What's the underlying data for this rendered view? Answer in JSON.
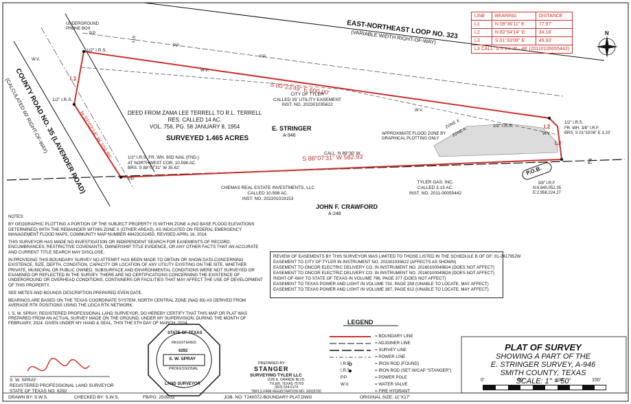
{
  "roads": {
    "loop_title": "EAST-NORTHEAST LOOP NO. 323",
    "loop_sub": "(VARIABLE WIDTH RIGHT-OF-WAY)",
    "county_title": "COUNTY ROAD NO. 35 (LAVENDER ROAD)",
    "county_sub": "(CALCULATED 60' RIGHT-OF-WAY)"
  },
  "line_table": {
    "headers": [
      "LINE",
      "BEARING",
      "DISTANCE"
    ],
    "rows": [
      [
        "L1",
        "N 09°36'11\" E",
        "77.97'"
      ],
      [
        "L2",
        "N 82°54'14\" E",
        "34.18'"
      ],
      [
        "L3",
        "S 01°33'06\" E",
        "49.93'"
      ]
    ],
    "call_row": "L3 CALL: S 0°21' W - 48' (20110100055442)"
  },
  "map_labels": {
    "phone_box": "UNDERGROUND PHONE BOX",
    "pp1": "P.P.",
    "pp2": "P.P.",
    "pp3": "P.P.",
    "pp4": "P.P.",
    "dim15": "±15'",
    "irs_nw": "1/2\" I.R.S.",
    "irs_w": "1/2\" I.R.S.",
    "irs_e": "1/2\" I.R.S.",
    "l1": "L1",
    "l2": "L2",
    "l3": "L3",
    "wv1": "W.V.",
    "wv2": "W.V.",
    "wv3": "W.V.",
    "wv4": "W.V.",
    "bearing_n": "S 80°23'49\" E  600.00'",
    "bearing_s": "S 88°07'31\" W  582.93'",
    "bearing_w": "N 33°03'14\" W  104.86'",
    "easement": [
      "CITY OF TYLER",
      "CALLED 35' UTILITY EASEMENT",
      "INST. NO. 202301035622"
    ],
    "deed": [
      "DEED FROM ZAMA LEE TERRELL TO R.L. TERRELL",
      "RES. CALLED 14 AC.",
      "VOL. 756, PG. 58    JANUARY 8, 1954"
    ],
    "surveyed": "SURVEYED 1.465 ACRES",
    "owner": "E. STRINGER",
    "owner_sub": "A-946",
    "flood_zone": [
      "APPROXIMATE FLOOD ZONE BY",
      "GRAPHICAL PLOTTING ONLY"
    ],
    "zone_x": "ZONE X",
    "zone_a": "ZONE A",
    "nw_corner": [
      "1/2\" I.R.S. FR. WH. 60D NAIL (FND.)",
      "AT NORTHWEST COR. 10.598 AC.",
      "BRS. S 88°07'31\" W  35.62'"
    ],
    "call_south": "CALL: N 89°30' W",
    "chemas": [
      "CHEMAS REAL ESTATE INVESTMENTS, LLC",
      "CALLED 10.598 AC.",
      "INST. NO. 202201019153"
    ],
    "tyler_gas": [
      "TYLER GAS, INC.",
      "CALLED 3.13 AC.",
      "INST. NO. 2011-00055442"
    ],
    "crawford": "JOHN F. CRAWFORD",
    "crawford_sub": "A-248",
    "irs_ne": [
      "1/2\" I.R.S.",
      "FR. WH. 3/8\" I.R.F.",
      "BRS. S 01°33'06\" E  3.10'"
    ],
    "pob": "P.O.B.",
    "pob_coords": [
      "3/8\" I.R.F.",
      "N:6,840,052.35",
      "E:2,958,224.27"
    ],
    "north": "N",
    "z_mark": "Z"
  },
  "notes": [
    "NOTES:",
    "BY GEOGRAPHIC PLOTTING A PORTION OF THE SUBJECT PROPERTY IS WITHIN ZONE A (NO BASE FLOOD ELEVATIONS DETERMINED) WITH THE REMAINDER WITHIN ZONE X (OTHER AREAS), AS INDICATED ON FEDERAL EMERGENCY MANAGEMENT FLOOD MAPS, COMMUNITY MAP NUMBER 48423C0245D, REVISED APRIL 16, 2014.",
    "THIS SURVEYOR HAS MADE NO INVESTIGATION OR INDEPENDENT SEARCH FOR EASEMENTS OF RECORD, ENCUMBRANCES, RESTRICTIVE COVENANTS, OWNERSHIP TITLE EVIDENCE, OR ANY OTHER FACTS THAT AN ACCURATE AND CURRENT TITLE SEARCH MAY DISCLOSE.",
    "IN PROVIDING THIS BOUNDARY SURVEY NO ATTEMPT HAS BEEN MADE TO OBTAIN OR SHOW DATA CONCERNING EXISTENCE, SIZE, DEPTH, CONDITION, CAPACITY OR LOCATION OF ANY UTILITY EXISTING ON THE SITE, WHETHER PRIVATE, MUNICIPAL OR PUBLIC OWNED. SUBSURFACE AND ENVIRONMENTAL CONDITIONS WERE NOT SURVEYED OR EXAMINED OR REFLECTED IN THE SURVEY. THERE ARE NO CERTIFICATIONS CONCERNING THE EXISTENCE OF UNDERGROUND OR OVERHEAD CONDITIONS, CONTAINERS OR FACILITIES THAT MAY AFFECT THE USE OF DEVELOPMENT OF THIS PROPERTY.",
    "SEE METES AND BOUNDS DESCRIPTION PREPARED EVEN DATE.",
    "BEARINGS ARE BASED ON THE TEXAS COORDINATE SYSTEM, NORTH CENTRAL ZONE (NAD 83) AS DERIVED FROM AVERAGE RTK POSITIONS USING THE LEICA RTK NETWORK.",
    "I, S. W. SPRAY, REGISTERED PROFESSIONAL LAND SURVEYOR, DO HEREBY CERTIFY THAT THIS MAP OR PLAT WAS PREPARED FROM AN ACTUAL SURVEY MADE ON THE GROUND, UNDER MY SUPERVISION, DURING THE MONTH OF FEBRUARY, 2024. GIVEN UNDER MY HAND & SEAL, THIS THE 5TH DAY OF MARCH, 2024."
  ],
  "easements_box": [
    "REVIEW OF EASEMENTS BY THIS SURVEYOR WAS LIMITED TO THOSE LISTED IN THE SCHEDULE B OF GF: 01-241795JW",
    "EASEMENT TO CITY OF TYLER IN INSTRUMENT NO. 202301035622 (AFFECTS AS SHOWN)",
    "EASEMENT TO ONCOR ELECTRIC DELIVERY CO. IN INSTRUMENT NO. 20160100049824 (DOES NOT AFFECT)",
    "EASEMENT TO ONCOR ELECTRIC DELIVERY CO. IN INSTRUMENT NO. 20160100049824 (DOES NOT AFFECT)",
    "RIGHT-OF-WAY TO STATE OF TEXAS IN VOLUME 796, PAGE 377 (DOES NOT AFFECT)",
    "EASEMENT TO TEXAS POWER AND LIGHT IN VOLUME 732, PAGE 259 (UNABLE TO LOCATE, MAY AFFECT)",
    "EASEMENT TO TEXAS POWER AND LIGHT IN VOLUME 387, PAGE 612 (UNABLE TO LOCATE, MAY AFFECT)"
  ],
  "legend": {
    "title": "LEGEND",
    "items": [
      "= BOUNDARY LINE",
      "= ADJOINER LINE",
      "= SURVEY LINE",
      "= POWER LINE",
      "= IRON ROD (FOUND)",
      "= IRON ROD (SET W/CAP \"STANGER\")",
      "= POWER POLE",
      "= WATER VALVE",
      "= FIRE HYDRANT"
    ],
    "symbols": [
      "",
      "",
      "",
      "",
      "I.R.F.",
      "I.R.S.",
      "P.P.",
      "W.V.",
      ""
    ]
  },
  "signature": {
    "name": "S. W. SPRAY",
    "title": "REGISTERED PROFESSIONAL LAND SURVEYOR",
    "state": "STATE OF TEXAS NO. 6292"
  },
  "seal": {
    "top": "STATE OF TEXAS",
    "registered": "REGISTERED",
    "number": "6292",
    "name": "S. W. SPRAY",
    "professional": "PROFESSIONAL",
    "bottom": "LAND SURVEYOR"
  },
  "company": {
    "prepared_by": "PREPARED BY:",
    "name": "STANGER",
    "sub": "SURVEYING TYLER LLC",
    "address": [
      "1526 E. GRANDE BLVD.",
      "TYLER, TEXAS 75703",
      "(903) 534-0174",
      "TBPLS FIRM REGISTRATION NO. 10025700"
    ]
  },
  "title_block": {
    "l1": "PLAT OF SURVEY",
    "l2": "SHOWING A PART OF THE",
    "l3": "E. STRINGER SURVEY, A-946",
    "l4": "SMITH COUNTY, TEXAS",
    "l5": "SCALE: 1\" = 50'",
    "ticks": [
      "0'",
      "50'",
      "100'",
      "150'"
    ]
  },
  "footer": {
    "drawn": "DRAWN BY: S.W.S.",
    "checked": "CHECKED BY: S.W.S.",
    "fb": "FB/PG: 2505/32",
    "job": "JOB. NO: T240072-BOUNDARY PLAT.DWG",
    "size": "ORIGINAL SIZE: 11\"X17\""
  },
  "colors": {
    "boundary": "#c8302a",
    "ink": "#111111",
    "flood": "#d9d9d9"
  }
}
